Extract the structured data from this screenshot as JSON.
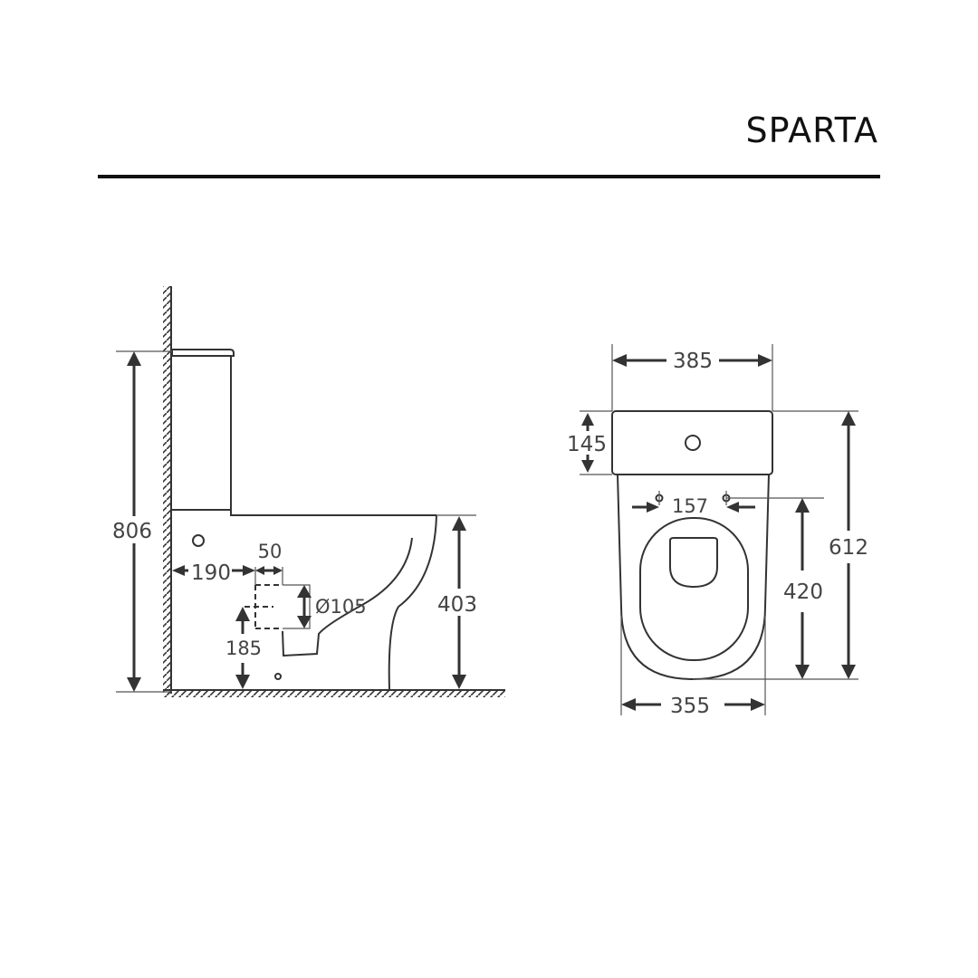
{
  "header": {
    "title": "SPARTA"
  },
  "side_view": {
    "total_height": "806",
    "seat_height": "403",
    "wall_to_outlet": "190",
    "outlet_offset": "50",
    "outlet_diameter": "Ø105",
    "outlet_height": "185"
  },
  "top_view": {
    "tank_width": "385",
    "tank_depth": "145",
    "seat_hinge_spacing": "157",
    "bowl_length": "420",
    "total_depth": "612",
    "bowl_width": "355"
  },
  "colors": {
    "line": "#333333",
    "text": "#444444",
    "rule": "#111111"
  }
}
